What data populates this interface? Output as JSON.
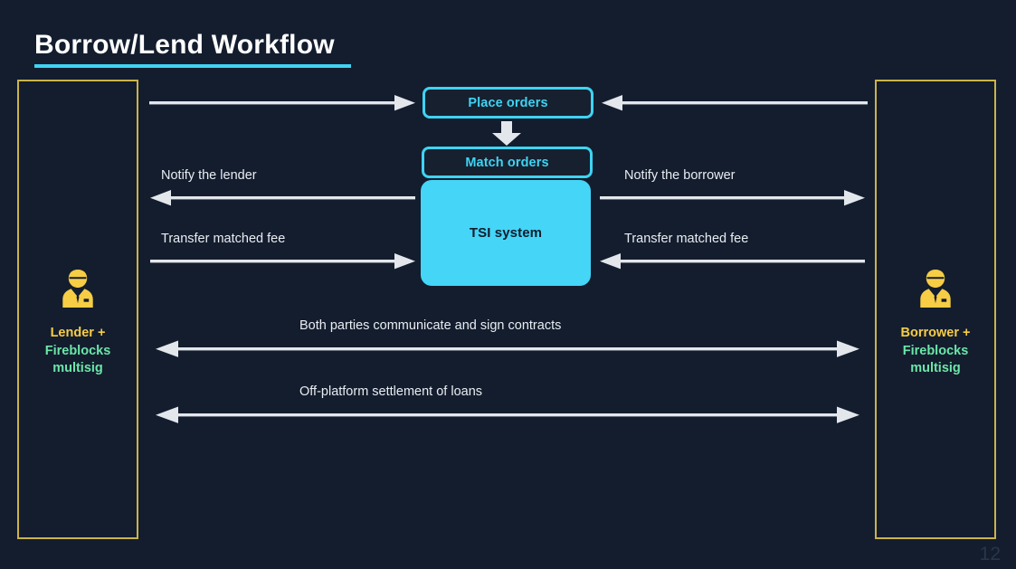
{
  "slide": {
    "title": "Borrow/Lend Workflow",
    "page_number": "12",
    "background_color": "#131d2e",
    "accent_color": "#3fd3f2",
    "panel_border_color": "#cbb349",
    "role_color": "#f6cd45",
    "wallet_color": "#6ce6a8",
    "arrow_color": "#e3e7ec"
  },
  "parties": {
    "lender": {
      "icon": "businessperson-icon",
      "role": "Lender +",
      "wallet_line1": "Fireblocks",
      "wallet_line2": "multisig"
    },
    "borrower": {
      "icon": "businessperson-icon",
      "role": "Borrower +",
      "wallet_line1": "Fireblocks",
      "wallet_line2": "multisig"
    }
  },
  "center_nodes": [
    {
      "id": "place-orders",
      "label": "Place orders",
      "style": "outlined"
    },
    {
      "id": "match-orders",
      "label": "Match orders",
      "style": "outlined"
    },
    {
      "id": "tsi-system",
      "label": "TSI system",
      "style": "filled"
    }
  ],
  "connector": {
    "down_arrow": "down-block-arrow-icon"
  },
  "flows": [
    {
      "id": "lender-place-orders",
      "label": "",
      "direction": "right"
    },
    {
      "id": "borrower-place-orders",
      "label": "",
      "direction": "left"
    },
    {
      "id": "notify-lender",
      "label": "Notify the lender",
      "direction": "left"
    },
    {
      "id": "notify-borrower",
      "label": "Notify the borrower",
      "direction": "right"
    },
    {
      "id": "transfer-fee-lender",
      "label": "Transfer matched fee",
      "direction": "right"
    },
    {
      "id": "transfer-fee-borrower",
      "label": "Transfer matched fee",
      "direction": "left"
    },
    {
      "id": "communicate-sign",
      "label": "Both parties communicate and sign contracts",
      "direction": "both"
    },
    {
      "id": "off-platform",
      "label": "Off-platform settlement of loans",
      "direction": "both"
    }
  ]
}
